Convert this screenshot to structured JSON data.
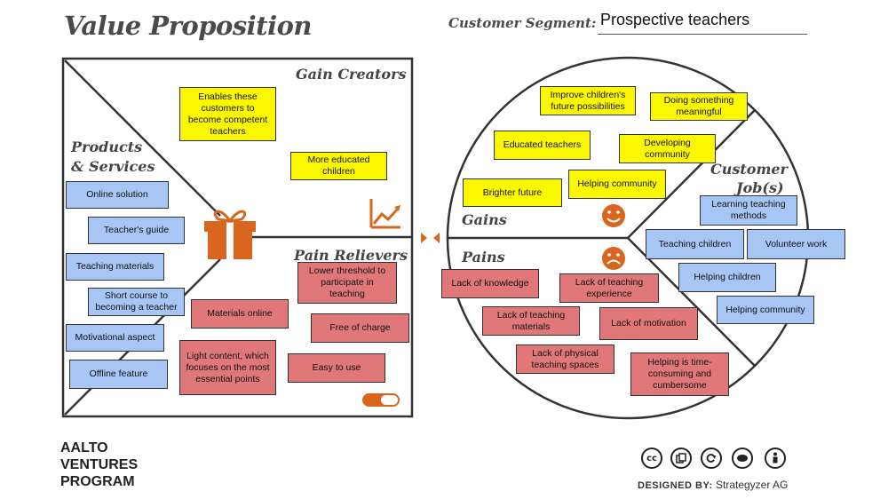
{
  "title": "Value Proposition",
  "customer_segment": {
    "label": "Customer Segment:",
    "value": "Prospective teachers"
  },
  "value_map": {
    "gain_creators_title": "Gain Creators",
    "products_title_line1": "Products",
    "products_title_line2": "& Services",
    "pain_relievers_title": "Pain Relievers",
    "gain_creators": [
      "Enables these customers to become competent teachers",
      "More educated children"
    ],
    "products_services": [
      "Online solution",
      "Teacher's guide",
      "Teaching materials",
      "Short course to becoming a teacher",
      "Motivational aspect",
      "Offline feature"
    ],
    "pain_relievers": [
      "Lower threshold to participate in teaching",
      "Materials online",
      "Free of charge",
      "Light content, which focuses on the most essential points",
      "Easy to use"
    ]
  },
  "customer_profile": {
    "gains_title": "Gains",
    "pains_title": "Pains",
    "jobs_title_line1": "Customer",
    "jobs_title_line2": "Job(s)",
    "gains": [
      "Improve children's future possibilities",
      "Doing something meaningful",
      "Educated teachers",
      "Developing community",
      "Brighter future",
      "Helping community"
    ],
    "pains": [
      "Lack of knowledge",
      "Lack of  teaching experience",
      "Lack of teaching materials",
      "Lack of motivation",
      "Lack of physical teaching spaces",
      "Helping is time-consuming and cumbersome"
    ],
    "customer_jobs": [
      "Learning teaching methods",
      "Teaching children",
      "Volunteer work",
      "Helping children",
      "Helping community"
    ]
  },
  "footer": {
    "org_line1": "AALTO",
    "org_line2": "VENTURES",
    "org_line3": "PROGRAM",
    "designed_by_label": "DESIGNED BY:",
    "designed_by_value": "Strategyzer AG",
    "license_icons": [
      "cc-icon",
      "by-copy-icon",
      "share-alike-icon",
      "noncommercial-icon",
      "attribution-icon"
    ]
  },
  "colors": {
    "gain_note": "#fbf700",
    "product_note": "#a7c6f5",
    "pain_note": "#e0787a",
    "accent_orange": "#d9661f"
  }
}
